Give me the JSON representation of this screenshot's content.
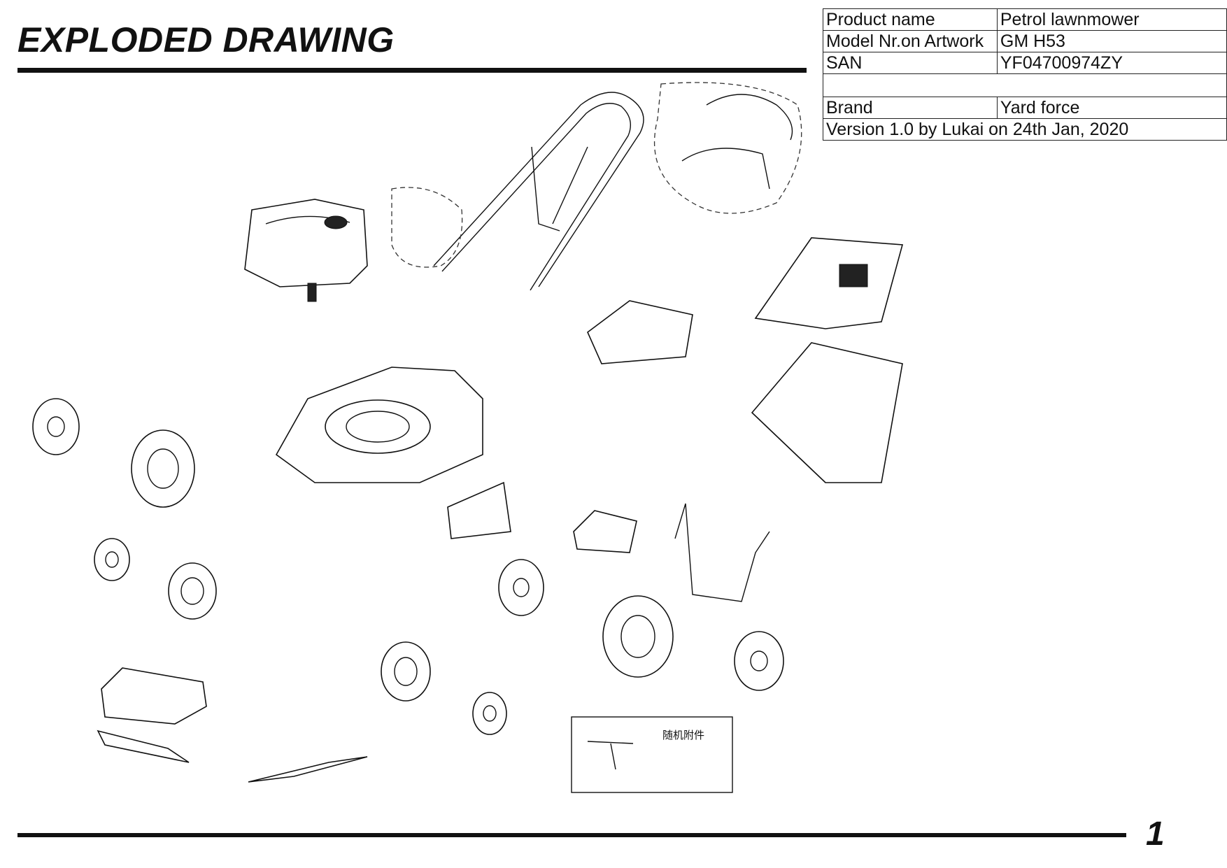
{
  "title": "EXPLODED DRAWING",
  "info_table": [
    {
      "label": "Product name",
      "value": "Petrol lawnmower"
    },
    {
      "label": "Model Nr.on Artwork",
      "value": "GM H53"
    },
    {
      "label": "SAN",
      "value": "YF04700974ZY"
    },
    {
      "label": "",
      "value": ""
    },
    {
      "label": "Brand",
      "value": "Yard force"
    }
  ],
  "version_note": "Version 1.0 by Lukai on 24th Jan, 2020",
  "accessory_label": "随机附件",
  "page_number": "1"
}
